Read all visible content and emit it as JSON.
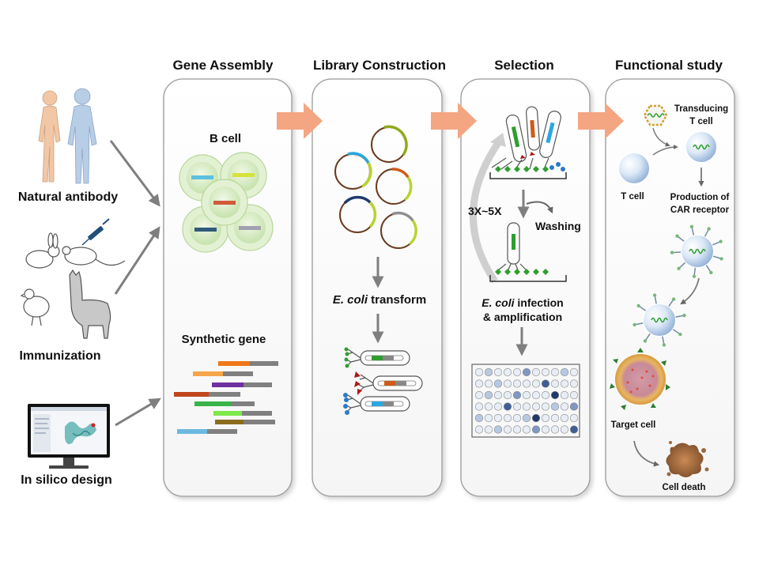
{
  "headers": {
    "gene_assembly": "Gene Assembly",
    "library_construction": "Library Construction",
    "selection": "Selection",
    "functional_study": "Functional study"
  },
  "sources": {
    "natural_antibody": "Natural antibody",
    "immunization": "Immunization",
    "in_silico_design": "In silico design"
  },
  "gene_assembly": {
    "b_cell": "B cell",
    "synthetic_gene": "Synthetic gene"
  },
  "library": {
    "ecoli_italic": "E. coli",
    "transform_suffix": " transform"
  },
  "selection": {
    "rounds": "3X~5X",
    "washing": "Washing",
    "infection_italic": "E. coli",
    "infection_suffix": " infection",
    "amplification": "& amplification"
  },
  "functional": {
    "transducing_line1": "Transducing",
    "transducing_line2": "T cell",
    "t_cell": "T cell",
    "production_line1": "Production of",
    "production_line2": "CAR receptor",
    "target_cell": "Target cell",
    "cell_death": "Cell death"
  },
  "colors": {
    "flow_arrow": "#f4a582",
    "panel_border": "#9a9a9a",
    "grey_arrow": "#7f7f7f",
    "human_female": "#f2c7a5",
    "human_male": "#b8cde6"
  }
}
